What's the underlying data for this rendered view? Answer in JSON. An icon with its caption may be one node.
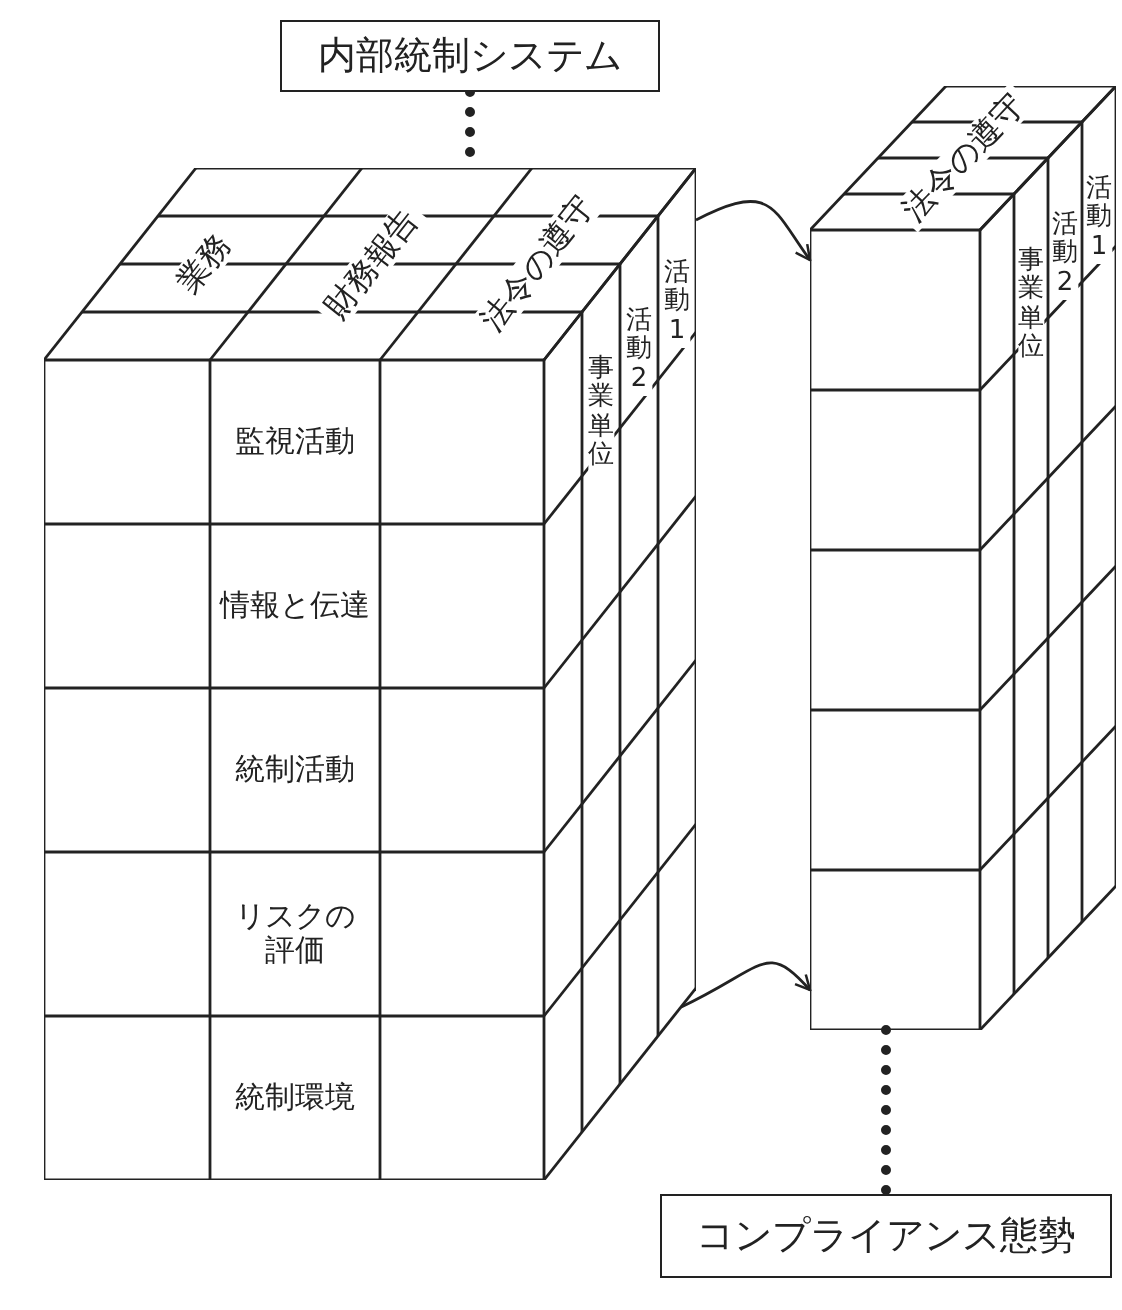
{
  "diagram": {
    "nodes": [
      {
        "text": [
          "内部統制システム"
        ]
      },
      {
        "text": [
          "業務",
          "財務報告",
          "法令の遵守",
          "監視活動",
          "情報と伝達",
          "統制活動",
          "リスクの評価",
          "統制環境",
          "事業単位",
          "活動2",
          "活動1"
        ]
      },
      {
        "text": [
          "法令の遵守",
          "事業単位",
          "活動2",
          "活動1"
        ]
      },
      {
        "text": [
          "コンプライアンス態勢"
        ]
      }
    ],
    "edges": [
      {
        "from": 0,
        "to": 1,
        "arrow": "none",
        "style": "dashed"
      },
      {
        "from": 1,
        "to": 2,
        "arrow": "to"
      },
      {
        "from": 1,
        "to": 2,
        "arrow": "to"
      },
      {
        "from": 2,
        "to": 3,
        "arrow": "none",
        "style": "dashed"
      }
    ]
  }
}
